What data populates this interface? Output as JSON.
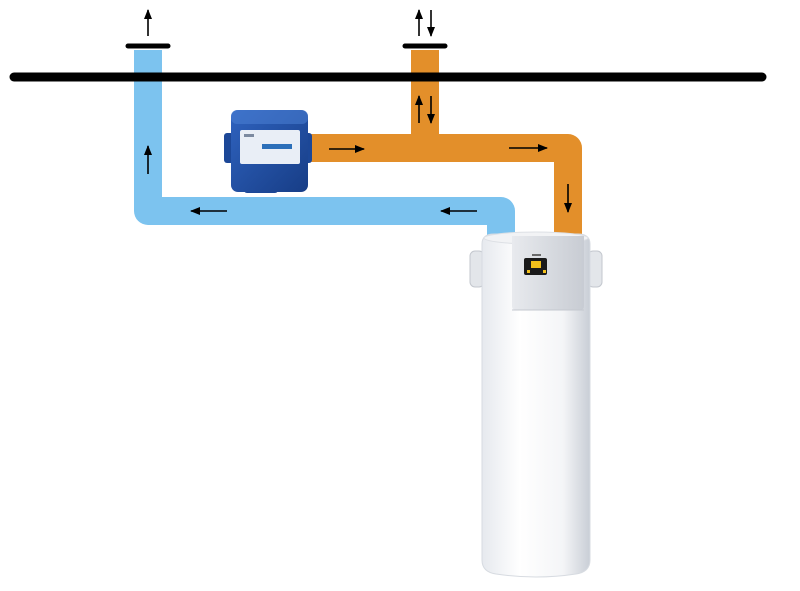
{
  "diagram": {
    "colors": {
      "roof_line": "#000000",
      "blue_duct": "#7cc3ef",
      "orange_duct": "#e38f2a",
      "fan_unit_body": "#1f4fa3",
      "heat_pump_body": "#ffffff",
      "heat_pump_panel": "#d9d9d9",
      "display_bezel": "#1a1a1a",
      "display_screen": "#f3c01b"
    },
    "components": {
      "roof_line": "roof-line",
      "blue_duct": "blue-duct",
      "orange_duct": "orange-duct",
      "fan_unit": "ventilation-fan-unit",
      "heat_pump": "heat-pump-water-heater",
      "control_display": "control-display"
    },
    "flow_directions": {
      "blue_outlet_up": "up",
      "orange_outlet": "up-and-down",
      "orange_vertical": "up-and-down",
      "orange_from_fan": "right",
      "orange_top_run": "right",
      "orange_descent": "down",
      "blue_return_right": "left",
      "blue_return_left": "left",
      "blue_riser": "up"
    }
  }
}
